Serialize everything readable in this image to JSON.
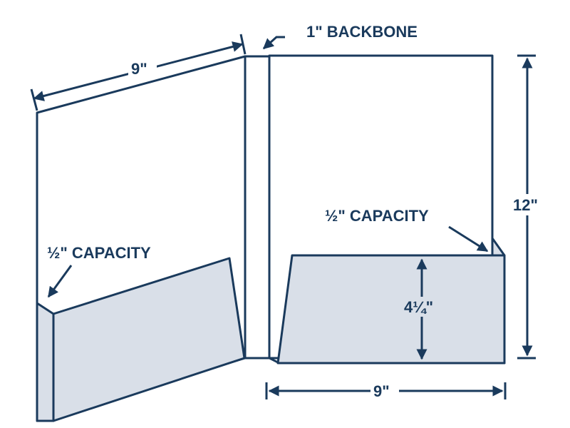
{
  "labels": {
    "backbone": "1\" BACKBONE",
    "left_width": "9\"",
    "bottom_width": "9\"",
    "height": "12\"",
    "pocket_height": "4¼\"",
    "left_capacity": "½\" CAPACITY",
    "right_capacity": "½\" CAPACITY"
  },
  "colors": {
    "outline": "#1a3a5c",
    "pocket_fill": "#d9dfe8",
    "panel_fill": "#ffffff"
  }
}
